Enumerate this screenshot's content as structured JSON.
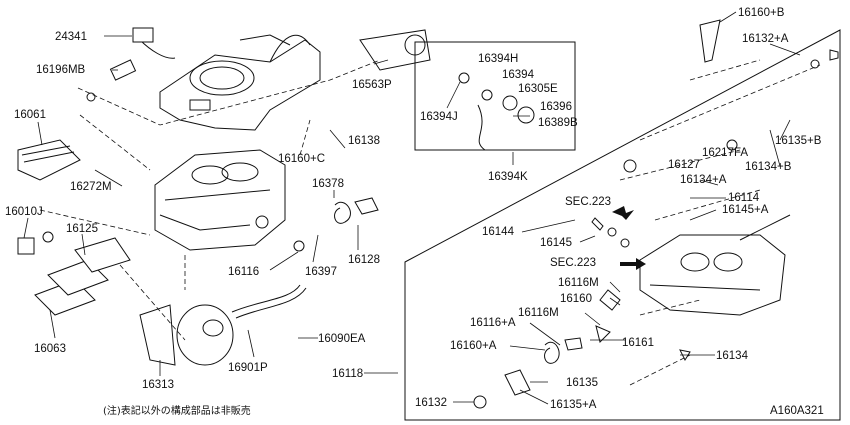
{
  "labels": {
    "p24341": "24341",
    "p16196MB": "16196MB",
    "p16061": "16061",
    "p16272M": "16272M",
    "p16010J": "16010J",
    "p16125": "16125",
    "p16063": "16063",
    "p16313": "16313",
    "p16901P": "16901P",
    "p16090EA": "16090EA",
    "p16116": "16116",
    "p16397": "16397",
    "p16128": "16128",
    "p16378": "16378",
    "p16160C": "16160+C",
    "p16138": "16138",
    "p16563P": "16563P",
    "p16394H": "16394H",
    "p16394": "16394",
    "p16305E": "16305E",
    "p16394J": "16394J",
    "p16396": "16396",
    "p16389B": "16389B",
    "p16394K": "16394K",
    "p16160B": "16160+B",
    "p16132A": "16132+A",
    "p16135B": "16135+B",
    "p16217FA": "16217FA",
    "p16127": "16127",
    "p16134B": "16134+B",
    "p16134A": "16134+A",
    "p16114": "16114",
    "p16145A": "16145+A",
    "p16144": "16144",
    "p16145": "16145",
    "p16116M_a": "16116M",
    "p16160": "16160",
    "p16116M_b": "16116M",
    "p16116A": "16116+A",
    "p16160A": "16160+A",
    "p16161": "16161",
    "p16134": "16134",
    "p16118": "16118",
    "p16135": "16135",
    "p16132": "16132",
    "p16135A": "16135+A"
  },
  "sections": {
    "sec1": "SEC.223",
    "sec2": "SEC.223"
  },
  "note": "(注)表記以外の構成部品は非販売",
  "code": "A160A321"
}
